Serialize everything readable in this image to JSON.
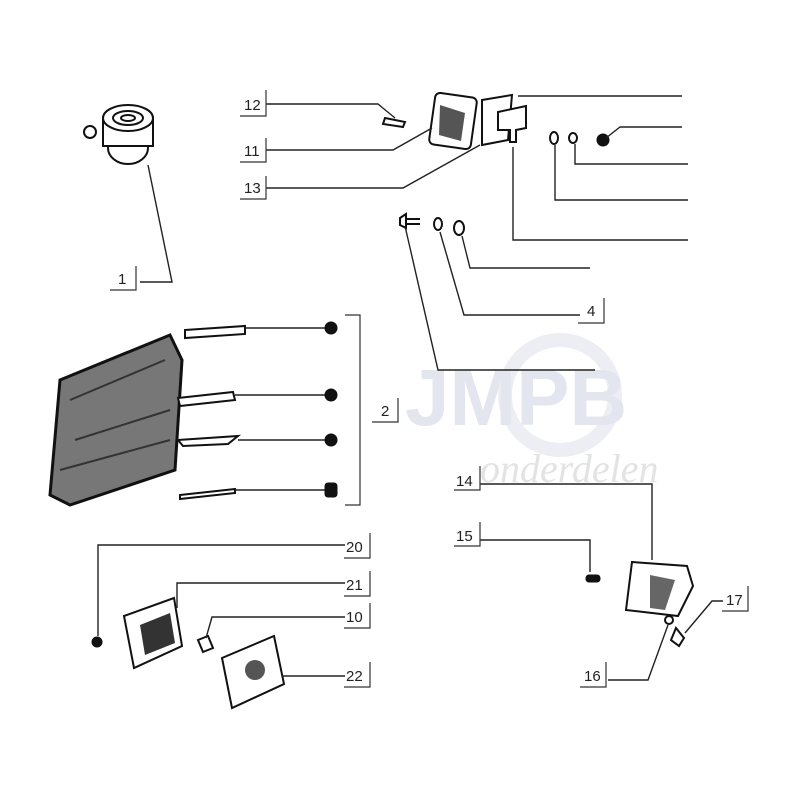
{
  "watermark": {
    "brand": "JMPB",
    "sub": "onderdelen"
  },
  "callouts": {
    "c1": "1",
    "c2": "2",
    "c4": "4",
    "c10": "10",
    "c11": "11",
    "c12": "12",
    "c13": "13",
    "c14": "14",
    "c15": "15",
    "c16": "16",
    "c17": "17",
    "c20": "20",
    "c21": "21",
    "c22": "22"
  }
}
